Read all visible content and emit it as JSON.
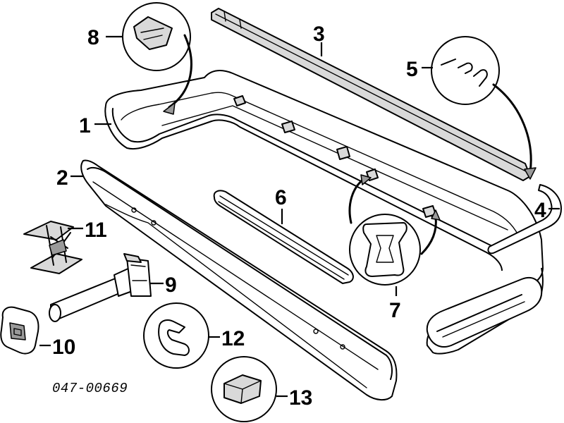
{
  "diagram": {
    "part_number": "047-00669",
    "callouts": [
      {
        "id": "1",
        "label": "1"
      },
      {
        "id": "2",
        "label": "2"
      },
      {
        "id": "3",
        "label": "3"
      },
      {
        "id": "4",
        "label": "4"
      },
      {
        "id": "5",
        "label": "5"
      },
      {
        "id": "6",
        "label": "6"
      },
      {
        "id": "7",
        "label": "7"
      },
      {
        "id": "8",
        "label": "8"
      },
      {
        "id": "9",
        "label": "9"
      },
      {
        "id": "10",
        "label": "10"
      },
      {
        "id": "11",
        "label": "11"
      },
      {
        "id": "12",
        "label": "12"
      },
      {
        "id": "13",
        "label": "13"
      }
    ]
  }
}
